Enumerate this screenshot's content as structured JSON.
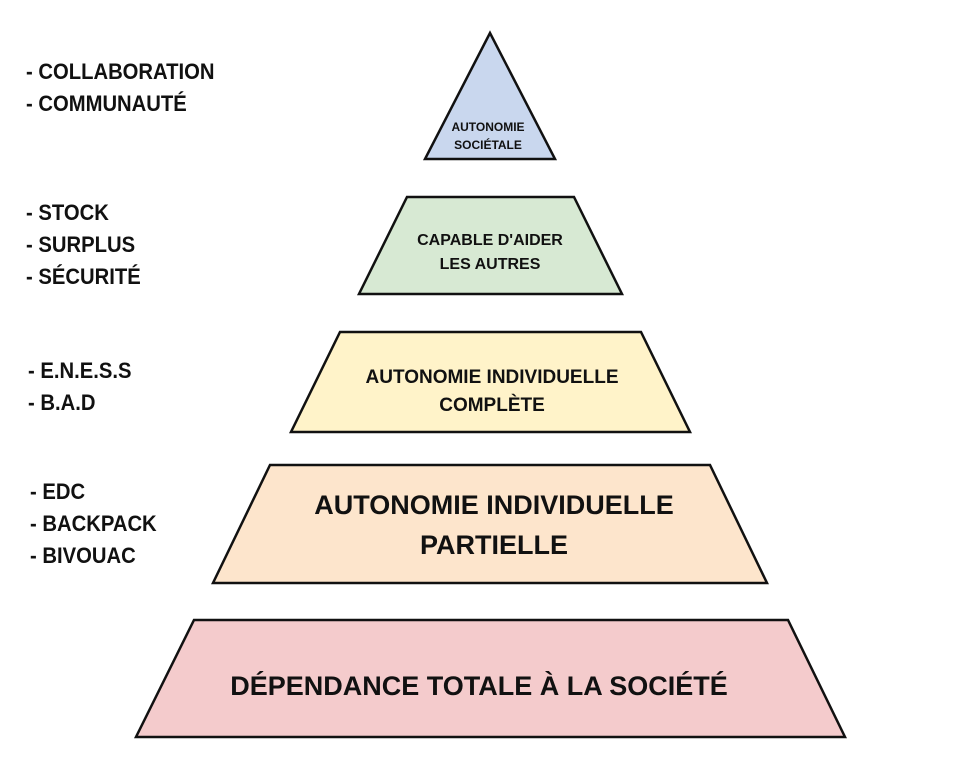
{
  "colors": {
    "level1": "#c9d7ee",
    "level2": "#d7e9d3",
    "level3": "#fff3c9",
    "level4": "#fde5cc",
    "level5": "#f4cbcc",
    "stroke": "#111111"
  },
  "levels": [
    {
      "lines": [
        "AUTONOMIE",
        "SOCIÉTALE"
      ],
      "notes": [
        "- COLLABORATION",
        "- COMMUNAUTÉ"
      ]
    },
    {
      "lines": [
        "CAPABLE D'AIDER",
        "LES AUTRES"
      ],
      "notes": [
        "- STOCK",
        "- SURPLUS",
        "- SÉCURITÉ"
      ]
    },
    {
      "lines": [
        "AUTONOMIE INDIVIDUELLE",
        "COMPLÈTE"
      ],
      "notes": [
        "- E.N.E.S.S",
        "- B.A.D"
      ]
    },
    {
      "lines": [
        "AUTONOMIE INDIVIDUELLE",
        "PARTIELLE"
      ],
      "notes": [
        "- EDC",
        "- BACKPACK",
        "- BIVOUAC"
      ]
    },
    {
      "lines": [
        "DÉPENDANCE TOTALE À LA SOCIÉTÉ"
      ],
      "notes": []
    }
  ]
}
